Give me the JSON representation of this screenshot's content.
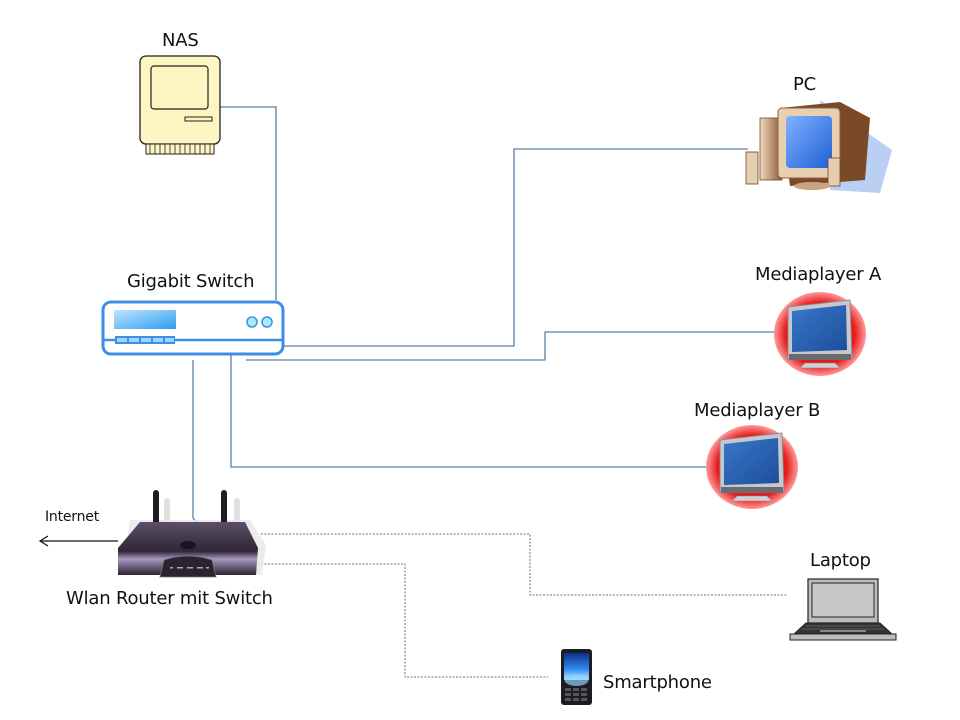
{
  "diagram": {
    "type": "home-network-topology",
    "colors": {
      "wired_link": "#5a7fa6",
      "wireless_link": "#7d92b0",
      "switch_outline": "#3c8fe6",
      "mediaplayer_badge": "#e61a1a",
      "nas_body": "#fdf6c3",
      "router_body": "#3d3346"
    },
    "nodes": [
      {
        "id": "nas",
        "label": "NAS",
        "icon": "nas-computer-icon"
      },
      {
        "id": "pc",
        "label": "PC",
        "icon": "desktop-pc-icon"
      },
      {
        "id": "switch",
        "label": "Gigabit Switch",
        "icon": "network-switch-icon"
      },
      {
        "id": "mediaplayer_a",
        "label": "Mediaplayer A",
        "icon": "tv-monitor-icon"
      },
      {
        "id": "mediaplayer_b",
        "label": "Mediaplayer B",
        "icon": "tv-monitor-icon"
      },
      {
        "id": "router",
        "label": "Wlan Router mit Switch",
        "icon": "wifi-router-icon"
      },
      {
        "id": "laptop",
        "label": "Laptop",
        "icon": "laptop-icon"
      },
      {
        "id": "smartphone",
        "label": "Smartphone",
        "icon": "smartphone-icon"
      }
    ],
    "internet_label": "Internet",
    "edges": [
      {
        "from": "switch",
        "to": "nas",
        "style": "wired"
      },
      {
        "from": "switch",
        "to": "pc",
        "style": "wired"
      },
      {
        "from": "switch",
        "to": "mediaplayer_a",
        "style": "wired"
      },
      {
        "from": "switch",
        "to": "mediaplayer_b",
        "style": "wired"
      },
      {
        "from": "switch",
        "to": "router",
        "style": "wired"
      },
      {
        "from": "router",
        "to": "laptop",
        "style": "wireless"
      },
      {
        "from": "router",
        "to": "smartphone",
        "style": "wireless"
      },
      {
        "from": "router",
        "to": "internet",
        "style": "arrow"
      }
    ]
  }
}
